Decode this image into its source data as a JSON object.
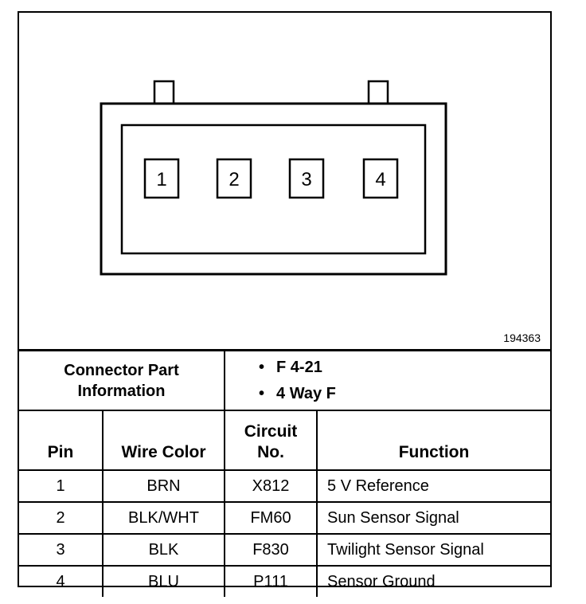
{
  "figure_id": "194363",
  "connector": {
    "pins": [
      "1",
      "2",
      "3",
      "4"
    ]
  },
  "info": {
    "label": "Connector Part Information",
    "values": [
      "F 4-21",
      "4 Way F"
    ],
    "bullet": "•"
  },
  "table": {
    "headers": {
      "pin": "Pin",
      "wire_color": "Wire Color",
      "circuit_no": "Circuit No.",
      "function": "Function"
    },
    "rows": [
      {
        "pin": "1",
        "wire_color": "BRN",
        "circuit": "X812",
        "function": "5 V Reference"
      },
      {
        "pin": "2",
        "wire_color": "BLK/WHT",
        "circuit": "FM60",
        "function": "Sun Sensor Signal"
      },
      {
        "pin": "3",
        "wire_color": "BLK",
        "circuit": "F830",
        "function": "Twilight Sensor Signal"
      },
      {
        "pin": "4",
        "wire_color": "BLU",
        "circuit": "P111",
        "function": "Sensor Ground"
      }
    ]
  }
}
